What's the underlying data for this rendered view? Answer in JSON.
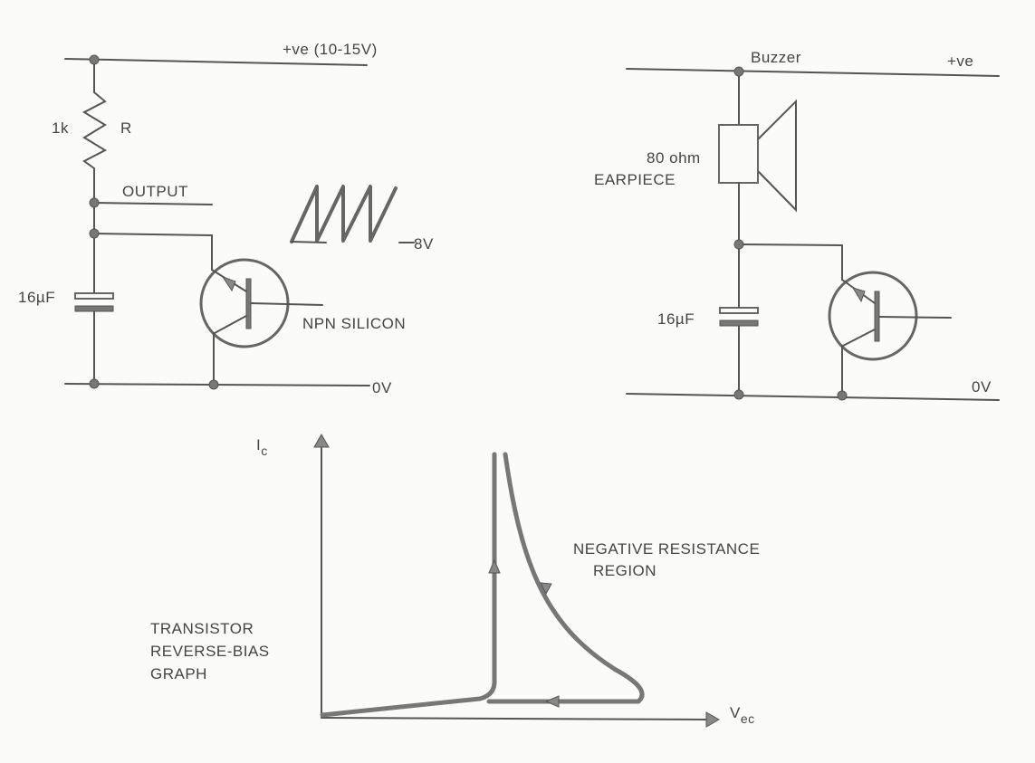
{
  "circuit_left": {
    "supply_label": "+ve (10-15V)",
    "resistor_value": "1k",
    "resistor_name": "R",
    "output_label": "OUTPUT",
    "capacitor_label": "16µF",
    "transistor_label": "NPN SILICON",
    "waveform_label": "8V",
    "ground_label": "0V"
  },
  "circuit_right": {
    "title": "Buzzer",
    "supply_label": "+ve",
    "earpiece_value": "80 ohm",
    "earpiece_label": "EARPIECE",
    "capacitor_label": "16µF",
    "ground_label": "0V"
  },
  "graph": {
    "y_axis_label_main": "I",
    "y_axis_label_sub": "c",
    "x_axis_label_main": "V",
    "x_axis_label_sub": "ec",
    "region_label_line1": "NEGATIVE RESISTANCE",
    "region_label_line2": "REGION",
    "caption_line1": "TRANSISTOR",
    "caption_line2": "REVERSE-BIAS",
    "caption_line3": "GRAPH"
  }
}
